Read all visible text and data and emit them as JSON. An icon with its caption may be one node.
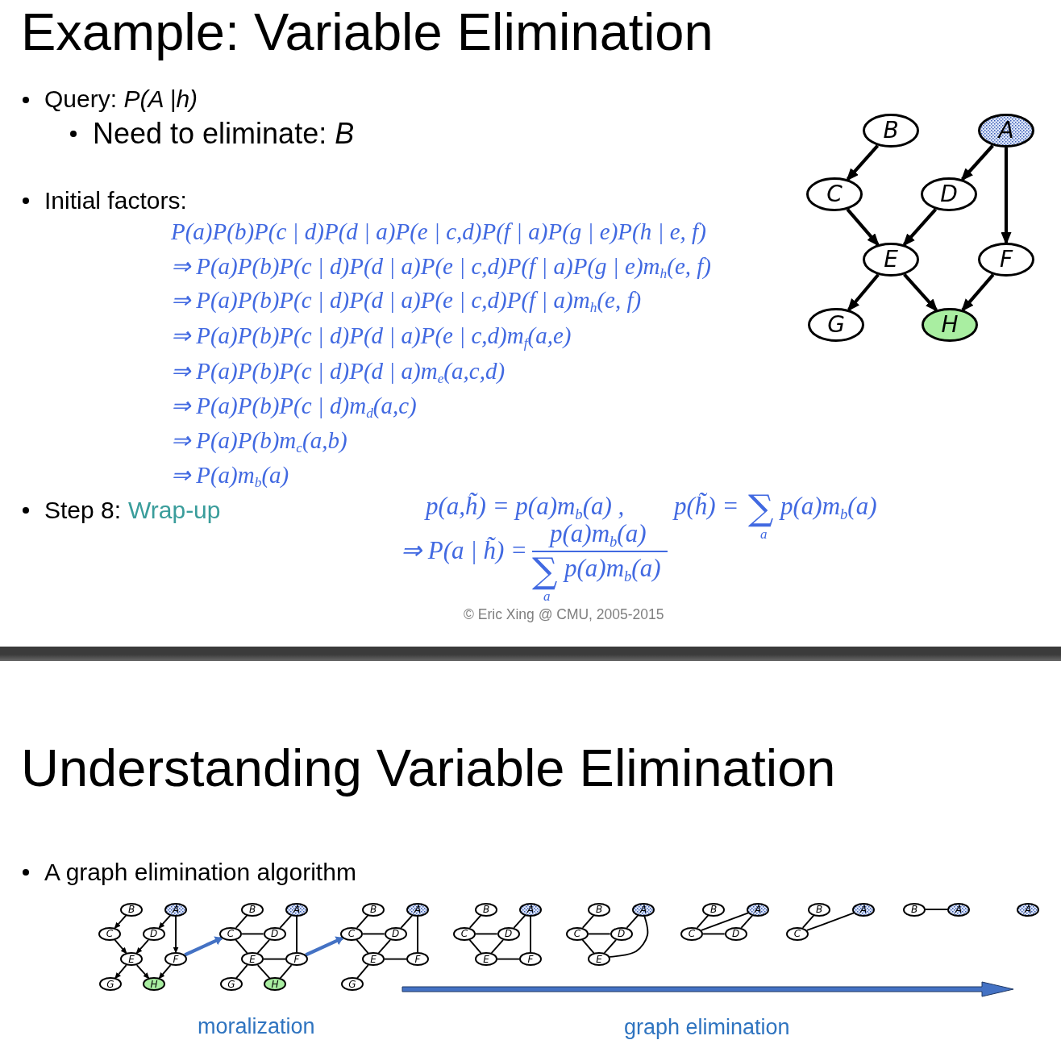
{
  "diagram": {
    "title": "Example: Variable Elimination",
    "nodes": [
      {
        "text": [
          "B"
        ]
      },
      {
        "text": [
          "A"
        ]
      },
      {
        "text": [
          "C"
        ]
      },
      {
        "text": [
          "D"
        ]
      },
      {
        "text": [
          "E"
        ]
      },
      {
        "text": [
          "F"
        ]
      },
      {
        "text": [
          "G"
        ]
      },
      {
        "text": [
          "H"
        ]
      },
      {
        "text": [],
        "shape": "bar"
      },
      {
        "text": [
          "B"
        ]
      },
      {
        "text": [
          "A"
        ]
      },
      {
        "text": [
          "C"
        ]
      },
      {
        "text": [
          "D"
        ]
      },
      {
        "text": [
          "E"
        ]
      },
      {
        "text": [
          "F"
        ]
      },
      {
        "text": [
          "G"
        ]
      },
      {
        "text": [
          "H"
        ]
      },
      {
        "text": [
          "B"
        ]
      },
      {
        "text": [
          "A"
        ]
      },
      {
        "text": [
          "C"
        ]
      },
      {
        "text": [
          "D"
        ]
      },
      {
        "text": [
          "E"
        ]
      },
      {
        "text": [
          "F"
        ]
      },
      {
        "text": [
          "G"
        ]
      },
      {
        "text": [
          "H"
        ]
      },
      {
        "text": [
          "B"
        ]
      },
      {
        "text": [
          "A"
        ]
      },
      {
        "text": [
          "C"
        ]
      },
      {
        "text": [
          "D"
        ]
      },
      {
        "text": [
          "E"
        ]
      },
      {
        "text": [
          "F"
        ]
      },
      {
        "text": [
          "G"
        ]
      },
      {
        "text": [
          "B"
        ]
      },
      {
        "text": [
          "A"
        ]
      },
      {
        "text": [
          "C"
        ]
      },
      {
        "text": [
          "D"
        ]
      },
      {
        "text": [
          "E"
        ]
      },
      {
        "text": [
          "F"
        ]
      },
      {
        "text": [
          "B"
        ]
      },
      {
        "text": [
          "A"
        ]
      },
      {
        "text": [
          "C"
        ]
      },
      {
        "text": [
          "D"
        ]
      },
      {
        "text": [
          "E"
        ]
      },
      {
        "text": [
          "B"
        ]
      },
      {
        "text": [
          "A"
        ]
      },
      {
        "text": [
          "C"
        ]
      },
      {
        "text": [
          "D"
        ]
      },
      {
        "text": [
          "B"
        ]
      },
      {
        "text": [
          "A"
        ]
      },
      {
        "text": [
          "C"
        ]
      },
      {
        "text": [
          "B"
        ]
      },
      {
        "text": [
          "A"
        ]
      },
      {
        "text": [
          "A"
        ]
      }
    ],
    "edges": [
      {
        "from": 0,
        "to": 2,
        "arrow": "to",
        "style": "thick"
      },
      {
        "from": 1,
        "to": 3,
        "arrow": "to",
        "style": "thick"
      },
      {
        "from": 1,
        "to": 5,
        "arrow": "to",
        "style": "thick"
      },
      {
        "from": 2,
        "to": 4,
        "arrow": "to",
        "style": "thick"
      },
      {
        "from": 3,
        "to": 4,
        "arrow": "to",
        "style": "thick"
      },
      {
        "from": 4,
        "to": 6,
        "arrow": "to",
        "style": "thick"
      },
      {
        "from": 4,
        "to": 7,
        "arrow": "to",
        "style": "thick"
      },
      {
        "from": 5,
        "to": 7,
        "arrow": "to",
        "style": "thick"
      },
      {
        "from": 9,
        "to": 11,
        "arrow": "to"
      },
      {
        "from": 10,
        "to": 12,
        "arrow": "to"
      },
      {
        "from": 10,
        "to": 14,
        "arrow": "to"
      },
      {
        "from": 11,
        "to": 13,
        "arrow": "to"
      },
      {
        "from": 12,
        "to": 13,
        "arrow": "to"
      },
      {
        "from": 13,
        "to": 15,
        "arrow": "to"
      },
      {
        "from": 13,
        "to": 16,
        "arrow": "to"
      },
      {
        "from": 14,
        "to": 16,
        "arrow": "to"
      },
      {
        "from": 14,
        "to": 19,
        "arrow": "to",
        "style": "thick",
        "color": "#4472c4"
      },
      {
        "from": 17,
        "to": 19,
        "arrow": "none"
      },
      {
        "from": 19,
        "to": 20,
        "arrow": "none"
      },
      {
        "from": 18,
        "to": 20,
        "arrow": "none"
      },
      {
        "from": 18,
        "to": 22,
        "arrow": "none"
      },
      {
        "from": 19,
        "to": 21,
        "arrow": "none"
      },
      {
        "from": 20,
        "to": 21,
        "arrow": "none"
      },
      {
        "from": 21,
        "to": 22,
        "arrow": "none"
      },
      {
        "from": 21,
        "to": 23,
        "arrow": "none"
      },
      {
        "from": 21,
        "to": 24,
        "arrow": "none"
      },
      {
        "from": 22,
        "to": 24,
        "arrow": "none"
      },
      {
        "from": 22,
        "to": 27,
        "arrow": "to",
        "style": "thick",
        "color": "#4472c4"
      },
      {
        "from": 25,
        "to": 27,
        "arrow": "none"
      },
      {
        "from": 27,
        "to": 28,
        "arrow": "none"
      },
      {
        "from": 26,
        "to": 28,
        "arrow": "none"
      },
      {
        "from": 26,
        "to": 30,
        "arrow": "none"
      },
      {
        "from": 27,
        "to": 29,
        "arrow": "none"
      },
      {
        "from": 28,
        "to": 29,
        "arrow": "none"
      },
      {
        "from": 29,
        "to": 30,
        "arrow": "none"
      },
      {
        "from": 29,
        "to": 31,
        "arrow": "none"
      },
      {
        "from": 32,
        "to": 34,
        "arrow": "none"
      },
      {
        "from": 34,
        "to": 35,
        "arrow": "none"
      },
      {
        "from": 33,
        "to": 35,
        "arrow": "none"
      },
      {
        "from": 33,
        "to": 37,
        "arrow": "none"
      },
      {
        "from": 34,
        "to": 36,
        "arrow": "none"
      },
      {
        "from": 35,
        "to": 36,
        "arrow": "none"
      },
      {
        "from": 36,
        "to": 37,
        "arrow": "none"
      },
      {
        "from": 38,
        "to": 40,
        "arrow": "none"
      },
      {
        "from": 40,
        "to": 41,
        "arrow": "none"
      },
      {
        "from": 39,
        "to": 41,
        "arrow": "none"
      },
      {
        "from": 40,
        "to": 42,
        "arrow": "none"
      },
      {
        "from": 41,
        "to": 42,
        "arrow": "none"
      },
      {
        "from": 39,
        "to": 42,
        "arrow": "none"
      },
      {
        "from": 43,
        "to": 45,
        "arrow": "none"
      },
      {
        "from": 45,
        "to": 46,
        "arrow": "none"
      },
      {
        "from": 44,
        "to": 46,
        "arrow": "none"
      },
      {
        "from": 45,
        "to": 44,
        "arrow": "none"
      },
      {
        "from": 47,
        "to": 49,
        "arrow": "none"
      },
      {
        "from": 49,
        "to": 48,
        "arrow": "none"
      },
      {
        "from": 50,
        "to": 51,
        "arrow": "none"
      }
    ],
    "labels": [
      "Query: *P(A |h)*",
      "Need to eliminate: *B*",
      "Initial factors:",
      "P(a)P(b)P(c | d)P(d | a)P(e | c,d)P(f | a)P(g | e)P(h | e, f)",
      "⇒ P(a)P(b)P(c | d)P(d | a)P(e | c,d)P(f | a)P(g | e)m$_{h}$(e, f)",
      "⇒ P(a)P(b)P(c | d)P(d | a)P(e | c,d)P(f | a)m$_{h}$(e, f)",
      "⇒ P(a)P(b)P(c | d)P(d | a)P(e | c,d)m$_{f}$(a,e)",
      "⇒ P(a)P(b)P(c | d)P(d | a)m$_{e}$(a,c,d)",
      "⇒ P(a)P(b)P(c | d)m$_{d}$(a,c)",
      "⇒ P(a)P(b)m$_{c}$(a,b)",
      "⇒ P(a)m$_{b}$(a)",
      "Step 8:",
      "Wrap-up",
      "p(a,h̃) = p(a)m$_{b}$(a) ,",
      "p(h̃) =",
      "∑",
      "a",
      "p(a)m$_{b}$(a)",
      "⇒ P(a | h̃) =",
      "p(a)m$_{b}$(a)",
      "∑",
      "a",
      "p(a)m$_{b}$(a)",
      "© Eric Xing @ CMU, 2005-2015",
      "Understanding Variable Elimination",
      "A graph elimination algorithm",
      "moralization",
      "graph elimination"
    ]
  }
}
